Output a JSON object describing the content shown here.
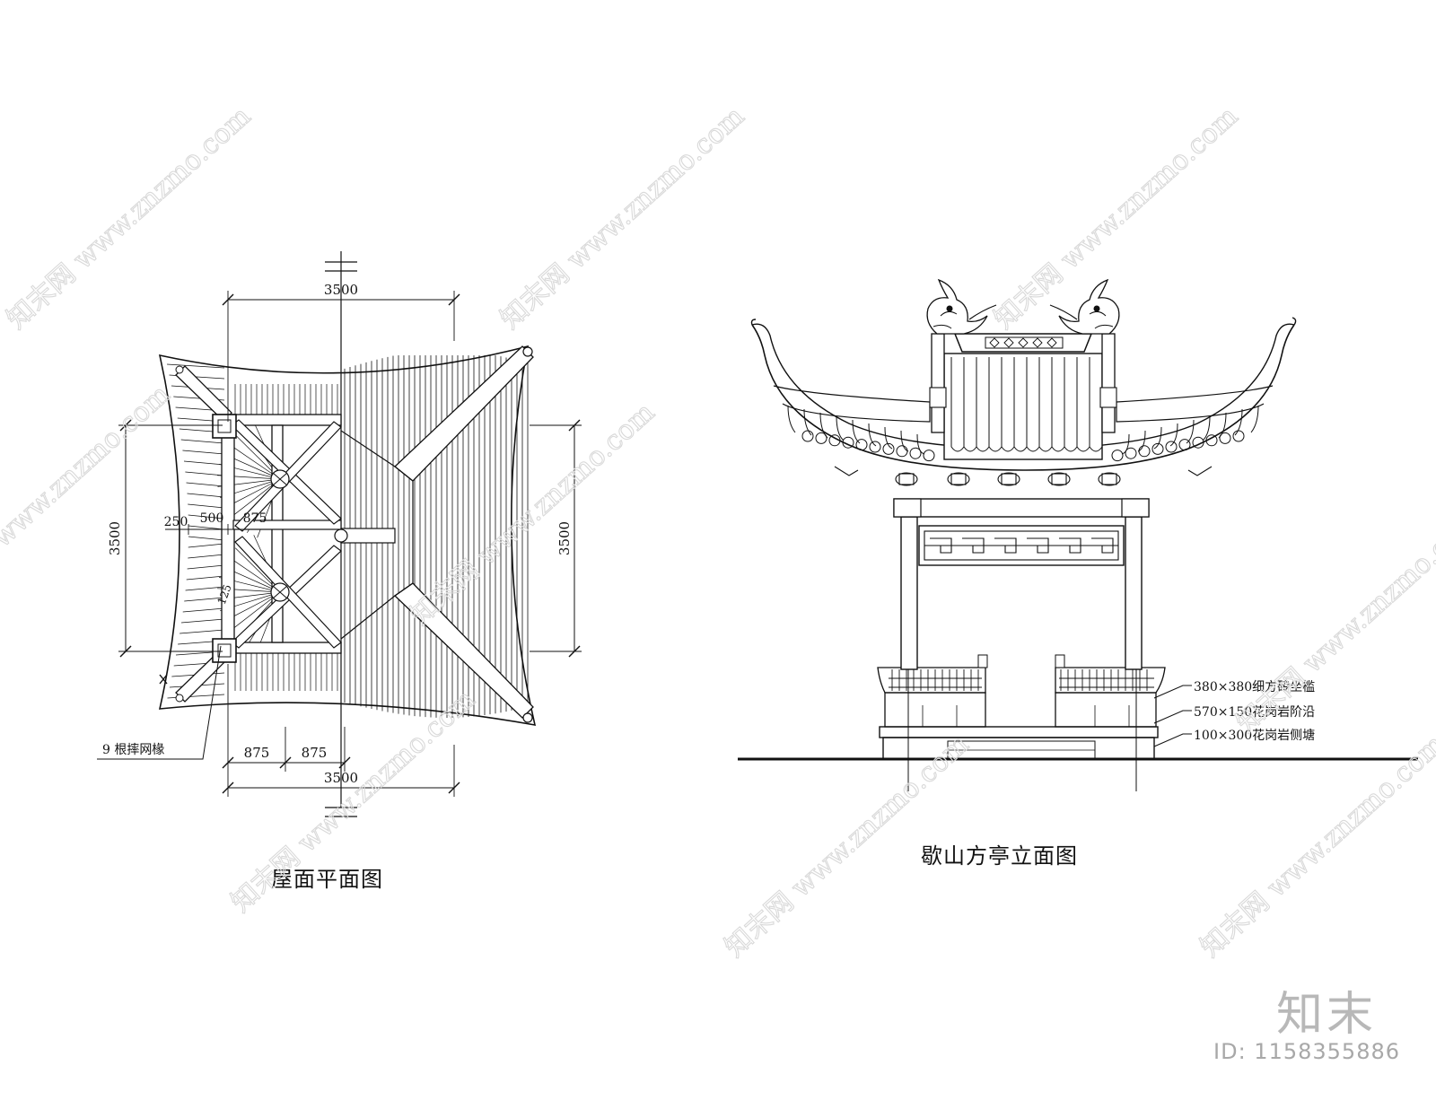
{
  "plan": {
    "caption": "屋面平面图",
    "dim_top": "3500",
    "dim_bottom": "3500",
    "dim_left": "3500",
    "dim_right": "3500",
    "dim_250": "250",
    "dim_500": "500",
    "dim_875a": "875",
    "dim_875b": "875",
    "dim_875c": "875",
    "dim_125": "125",
    "rafter_note": "9 根摔网椽"
  },
  "elevation": {
    "caption": "歇山方亭立面图",
    "notes": [
      "380×380细方砖坐槛",
      "570×150花岗岩阶沿",
      "100×300花岗岩侧塘"
    ]
  },
  "watermark": {
    "logo": "知末",
    "id": "ID: 1158355886",
    "site": "www.znzmo.com",
    "brand": "知末网"
  }
}
